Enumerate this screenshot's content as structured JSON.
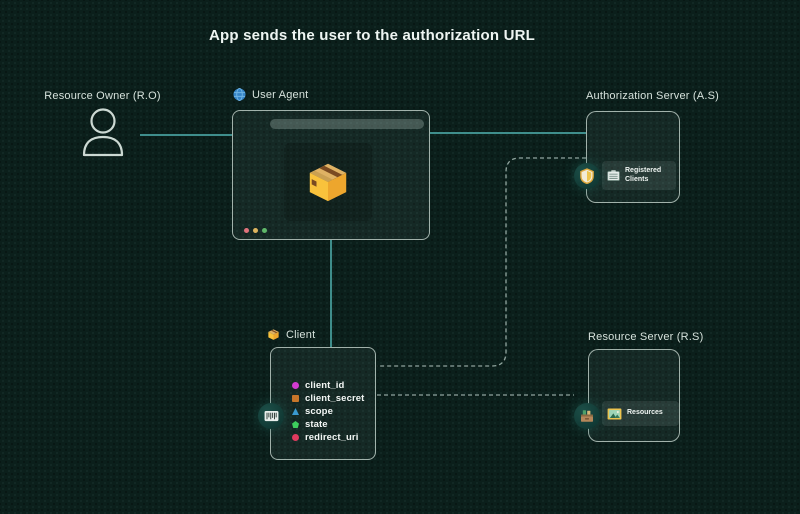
{
  "title": "App sends the user to the authorization URL",
  "colors": {
    "background": "#0b1f1b",
    "solid_line": "#3f8e8c",
    "dashed_line": "#a9bdb6",
    "box_border": "#c6d4cd",
    "traffic_red": "#e0737c",
    "traffic_yellow": "#ddb45f",
    "traffic_green": "#5fb86a"
  },
  "resource_owner": {
    "label": "Resource Owner (R.O)"
  },
  "user_agent": {
    "label": "User Agent"
  },
  "authorization_server": {
    "label": "Authorization Server (A.S)",
    "badge": "Registered Clients"
  },
  "client": {
    "label": "Client",
    "params": [
      {
        "name": "client_id",
        "color": "#d23bd2"
      },
      {
        "name": "client_secret",
        "color": "#c8762a"
      },
      {
        "name": "scope",
        "color": "#3b9bd2"
      },
      {
        "name": "state",
        "color": "#3ecf5e"
      },
      {
        "name": "redirect_uri",
        "color": "#e03a5e"
      }
    ]
  },
  "resource_server": {
    "label": "Resource Server (R.S)",
    "badge": "Resources"
  }
}
